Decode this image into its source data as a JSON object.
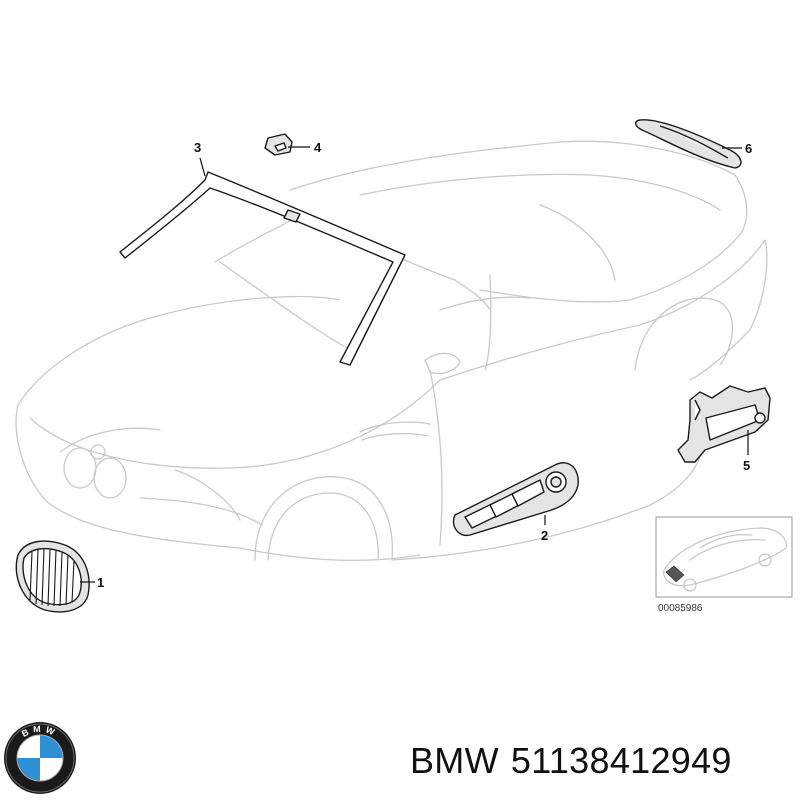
{
  "callouts": [
    {
      "id": "1",
      "label": "1"
    },
    {
      "id": "2",
      "label": "2"
    },
    {
      "id": "3",
      "label": "3"
    },
    {
      "id": "4",
      "label": "4"
    },
    {
      "id": "5",
      "label": "5"
    },
    {
      "id": "6",
      "label": "6"
    }
  ],
  "inset": {
    "code": "00085986"
  },
  "logo": {
    "letters": "BMW",
    "colors": {
      "ring": "#111111",
      "blue": "#2f8fd4",
      "white": "#ffffff"
    }
  },
  "footer": {
    "brand": "BMW",
    "part_number": "51138412949"
  }
}
